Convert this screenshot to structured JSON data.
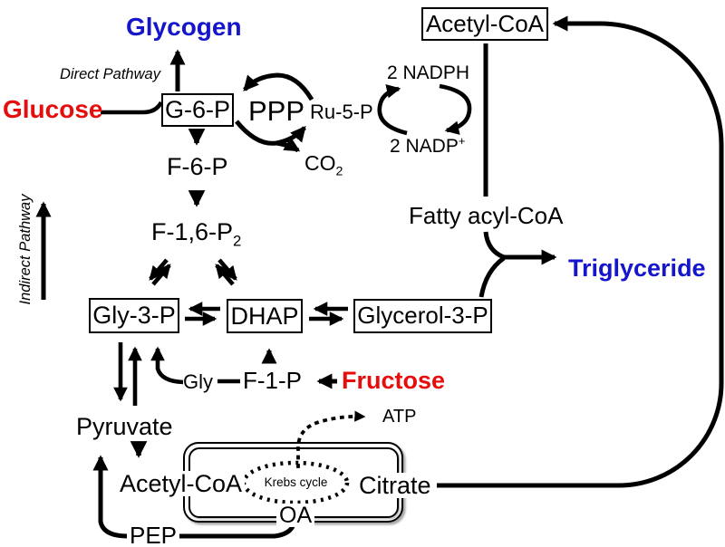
{
  "colors": {
    "blue": "#1515cc",
    "red": "#e60d0d",
    "black": "#000000"
  },
  "nodes": {
    "glycogen": "Glycogen",
    "glucose": "Glucose",
    "g6p": "G-6-P",
    "ppp": "PPP",
    "ru5p": "Ru-5-P",
    "co2_base": "CO",
    "co2_sub": "2",
    "nadph": "2 NADPH",
    "nadp_base": "2 NADP",
    "nadp_sup": "+",
    "acetyl_coa_top": "Acetyl-CoA",
    "f6p": "F-6-P",
    "f16p2_base": "F-1,6-P",
    "f16p2_sub": "2",
    "fatty_acyl_coa": "Fatty acyl-CoA",
    "triglyceride": "Triglyceride",
    "gly3p": "Gly-3-P",
    "dhap": "DHAP",
    "glycerol3p": "Glycerol-3-P",
    "gly": "Gly",
    "f1p": "F-1-P",
    "fructose": "Fructose",
    "pyruvate": "Pyruvate",
    "acetyl_coa_mito": "Acetyl-CoA",
    "krebs_cycle": "Krebs cycle",
    "citrate": "Citrate",
    "oa": "OA",
    "pep": "PEP",
    "atp": "ATP"
  },
  "annotations": {
    "direct_pathway": "Direct Pathway",
    "indirect_pathway": "Indirect Pathway"
  }
}
